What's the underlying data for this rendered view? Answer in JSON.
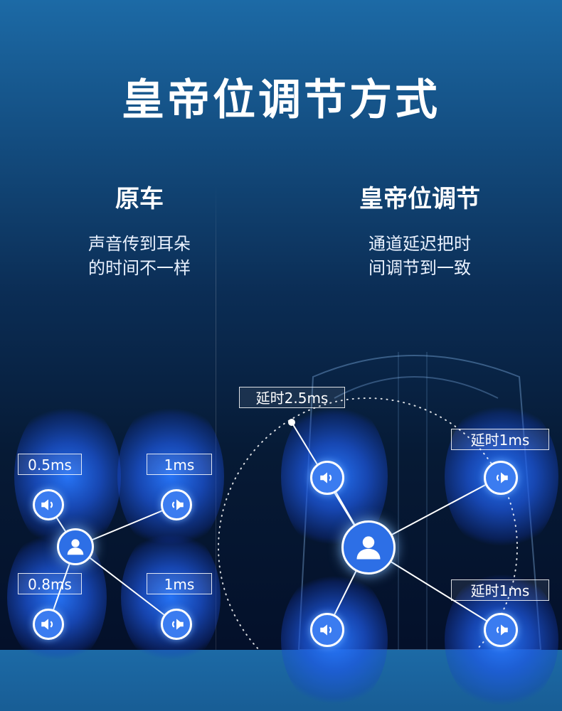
{
  "title": "皇帝位调节方式",
  "left": {
    "heading": "原车",
    "desc_line1": "声音传到耳朵",
    "desc_line2": "的时间不一样",
    "tags": [
      "0.5ms",
      "1ms",
      "0.8ms",
      "1ms"
    ]
  },
  "right": {
    "heading": "皇帝位调节",
    "desc_line1": "通道延迟把时",
    "desc_line2": "间调节到一致",
    "tags": [
      "延时2.5ms",
      "延时1ms",
      "延时1ms"
    ]
  },
  "icons": {
    "speaker": "speaker-icon",
    "user": "user-icon"
  },
  "colors": {
    "accent": "#2d6fe6",
    "glow": "#2878ff"
  }
}
